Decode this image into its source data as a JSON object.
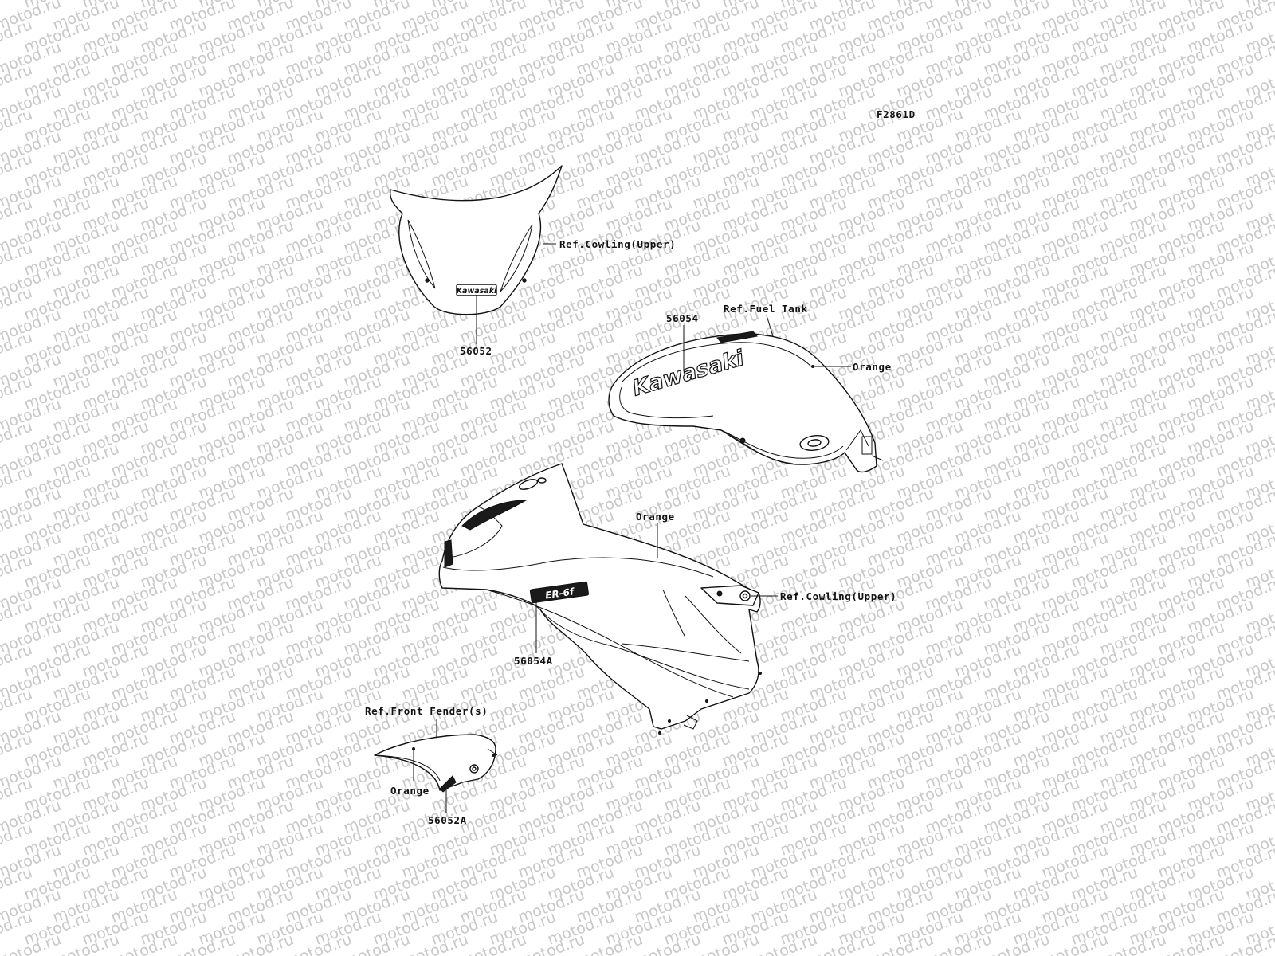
{
  "figure_code": "F2861D",
  "watermark": "motod.ru",
  "brand_logo": "Kawasaki",
  "model_badge": "ER-6f",
  "callouts": {
    "windshield_ref": "Ref.Cowling(Upper)",
    "windshield_part": "56052",
    "tank_part": "56054",
    "tank_ref": "Ref.Fuel Tank",
    "tank_color": "Orange",
    "cowl_color": "Orange",
    "cowl_ref": "Ref.Cowling(Upper)",
    "cowl_part": "56054A",
    "fender_ref": "Ref.Front Fender(s)",
    "fender_color": "Orange",
    "fender_part": "56052A"
  },
  "colors": {
    "line": "#111111",
    "watermark": "#c8c8c8",
    "background": "#ffffff"
  }
}
